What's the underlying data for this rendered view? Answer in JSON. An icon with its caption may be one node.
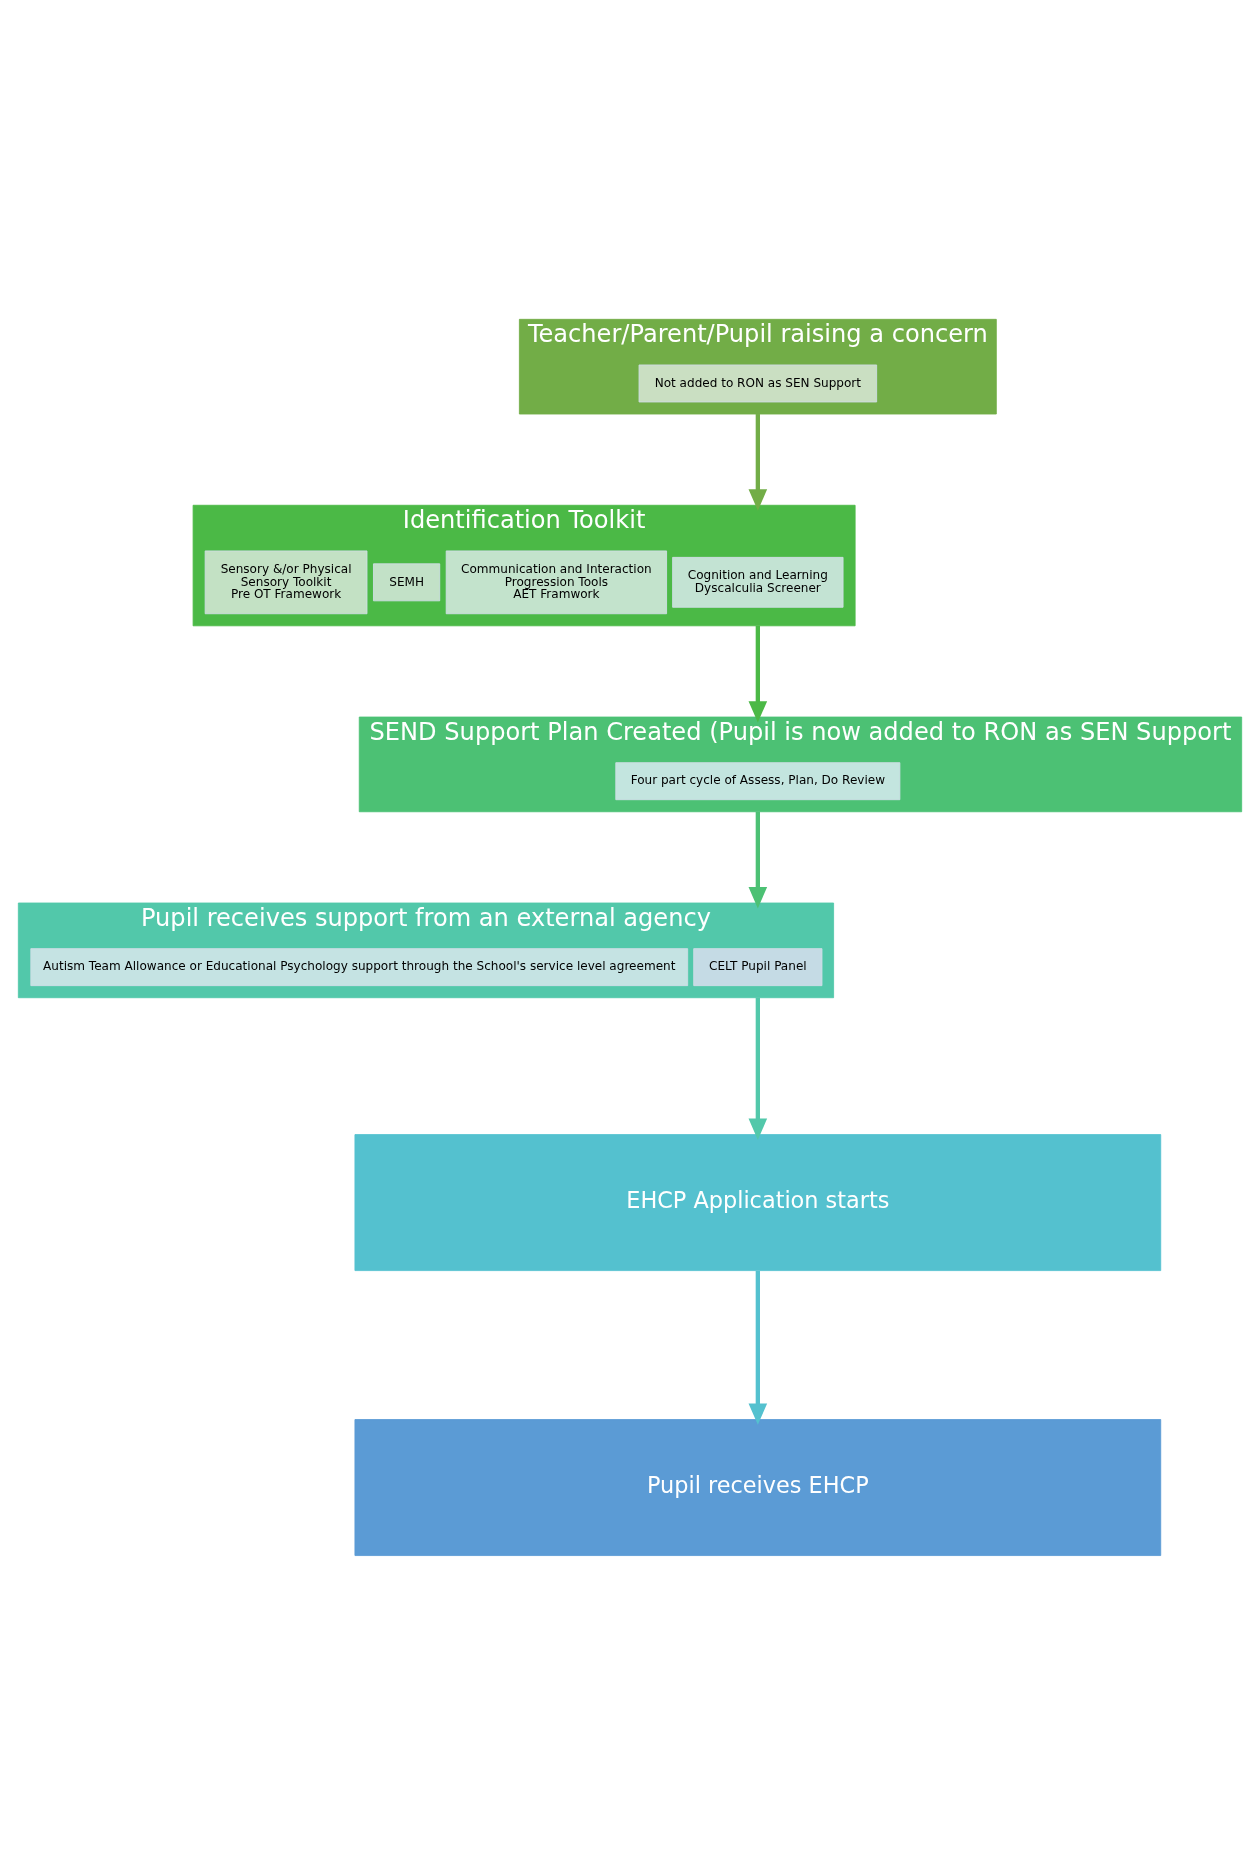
{
  "diagram": {
    "nodes": [
      {
        "text": [
          "Teacher/Parent/Pupil raising a concern"
        ]
      },
      {
        "text": [
          "Not added to RON as SEN Support"
        ],
        "in": 0
      },
      {
        "text": [
          "Identification Toolkit"
        ]
      },
      {
        "text": [
          "Cognition and Learning",
          "Dyscalculia Screener"
        ],
        "in": 2
      },
      {
        "text": [
          "Communication and Interaction",
          "Progression Tools",
          "AET Framwork"
        ],
        "in": 2
      },
      {
        "text": [
          "SEMH"
        ],
        "in": 2
      },
      {
        "text": [
          "Sensory &/or Physical",
          "Sensory Toolkit",
          "Pre OT Framework"
        ],
        "in": 2
      },
      {
        "text": [
          "SEND Support Plan Created (Pupil is now added to RON as SEN Support"
        ]
      },
      {
        "text": [
          "Four part cycle of Assess, Plan, Do Review"
        ],
        "in": 7
      },
      {
        "text": [
          "Pupil receives support from an external agency"
        ]
      },
      {
        "text": [
          "CELT Pupil Panel"
        ],
        "in": 9
      },
      {
        "text": [
          "Autism Team Allowance or Educational Psychology support through the School's service level agreement"
        ],
        "in": 9
      },
      {
        "text": [
          "EHCP Application starts"
        ]
      },
      {
        "text": [
          "Pupil receives EHCP"
        ]
      }
    ],
    "edges": [
      {
        "from": 0,
        "to": 2,
        "arrow": "to",
        "color": "#72ad47"
      },
      {
        "from": 2,
        "to": 7,
        "arrow": "to",
        "color": "#4bb946"
      },
      {
        "from": 7,
        "to": 9,
        "arrow": "to",
        "color": "#4cc174"
      },
      {
        "from": 9,
        "to": 12,
        "arrow": "to",
        "color": "#52c8aa"
      },
      {
        "from": 12,
        "to": 13,
        "arrow": "to",
        "color": "#54c1cf"
      }
    ]
  }
}
